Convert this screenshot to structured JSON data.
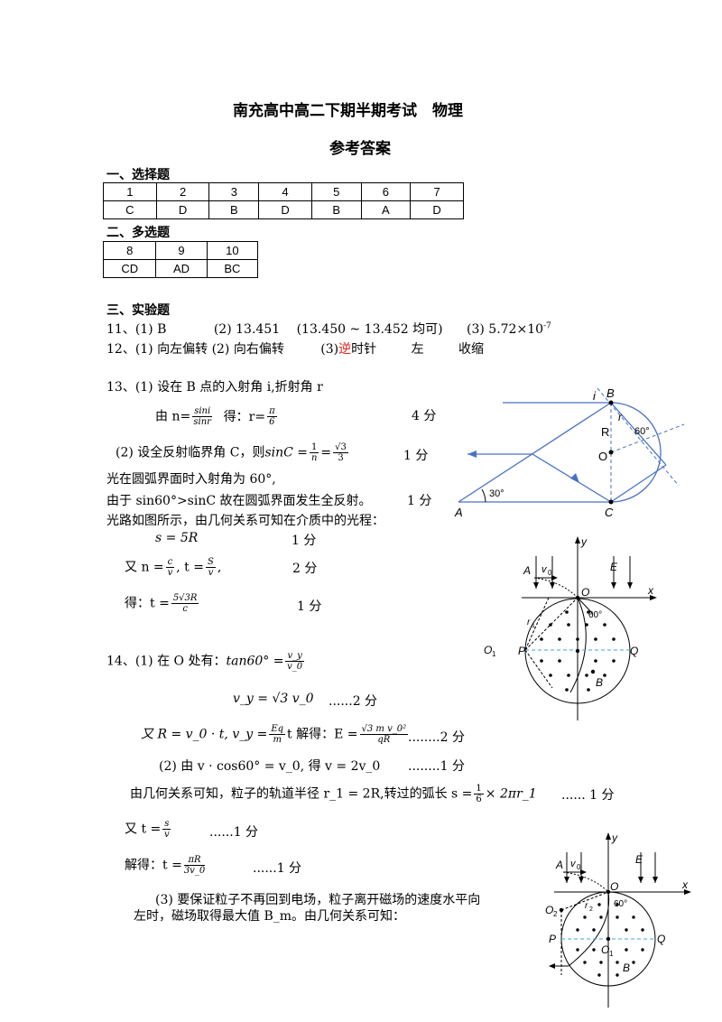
{
  "header": {
    "title": "南充高中高二下期半期考试　物理",
    "subtitle": "参考答案"
  },
  "section1": {
    "heading": "一、选择题",
    "numbers": [
      "1",
      "2",
      "3",
      "4",
      "5",
      "6",
      "7"
    ],
    "answers": [
      "C",
      "D",
      "B",
      "D",
      "B",
      "A",
      "D"
    ]
  },
  "section2": {
    "heading": "二、多选题",
    "numbers": [
      "8",
      "9",
      "10"
    ],
    "answers": [
      "CD",
      "AD",
      "BC"
    ]
  },
  "section3": {
    "heading": "三、实验题",
    "q11": {
      "label": "11、(1) B",
      "p2": "(2) 13.451",
      "range": "(13.450 ~ 13.452 均可)",
      "p3": "(3) 5.72×10",
      "p3_exp": "-7"
    },
    "q12": {
      "label": "12、(1) 向左偏转",
      "p2": "(2) 向右偏转",
      "p3_pre": "(3)",
      "p3_red": "逆",
      "p3_post": "时针",
      "p4": "左",
      "p5": "收缩"
    }
  },
  "q13": {
    "l1": "13、(1) 设在 B 点的入射角 i,折射角 r",
    "l2_pre": "由 n=",
    "l2_num": "sini",
    "l2_den": "sinr",
    "l2_mid": "得：r=",
    "l2_num2": "π",
    "l2_den2": "6",
    "l2_score": "4 分",
    "l3_pre": "(2) 设全反射临界角 C，则",
    "l3_eq": "sinC =",
    "l3_num": "1",
    "l3_den": "n",
    "l3_eq2": "=",
    "l3_num2": "√3",
    "l3_den2": "3",
    "l3_score": "1 分",
    "l4": "光在圆弧界面时入射角为 60°,",
    "l5": "由于 sin60°>sinC  故在圆弧界面发生全反射。",
    "l5_score": "1 分",
    "l6": "光路如图所示，由几何关系可知在介质中的光程：",
    "l7": "s = 5R",
    "l7_score": "1 分",
    "l8_pre": "又  n =",
    "l8_num": "c",
    "l8_den": "v",
    "l8_mid": ",  t =",
    "l8_num2": "S",
    "l8_den2": "v",
    "l8_post": ",",
    "l8_score": "2 分",
    "l9_pre": "得：t =",
    "l9_num": "5√3R",
    "l9_den": "c",
    "l9_score": "1 分"
  },
  "q14": {
    "l1_pre": "14、(1) 在 O 处有：",
    "l1_eq": "tan60° =",
    "l1_num": "v_y",
    "l1_den": "v_0",
    "l2": "v_y = √3 v_0",
    "l2_score": "......2 分",
    "l3_pre": "又  R = v_0 · t, v_y =",
    "l3_num": "Eq",
    "l3_den": "m",
    "l3_mid": "t  解得：E =",
    "l3_num2": "√3 m v_0²",
    "l3_den2": "qR",
    "l3_score": "........2 分",
    "l4": "(2) 由 v · cos60° = v_0, 得 v = 2v_0",
    "l4_score": "........1 分",
    "l5_pre": "由几何关系可知，粒子的轨道半径 r_1 = 2R,转过的弧长 s =",
    "l5_num": "1",
    "l5_den": "6",
    "l5_post": "× 2πr_1",
    "l5_score": "...... 1 分",
    "l6_pre": "又  t =",
    "l6_num": "s",
    "l6_den": "v",
    "l6_score": "......1 分",
    "l7_pre": "解得：t =",
    "l7_num": "πR",
    "l7_den": "3v_0",
    "l7_score": "......1 分",
    "l8": "(3) 要保证粒子不再回到电场，粒子离开磁场的速度水平向",
    "l9": "左时，磁场取得最大值 B_m。由几何关系可知："
  },
  "fig1": {
    "B": "B",
    "i": "i",
    "r": "r",
    "R": "R",
    "O": "O",
    "angle60": "60°",
    "angle30": "30°",
    "A": "A",
    "C": "C"
  },
  "fig2": {
    "y": "y",
    "x": "x",
    "A": "A",
    "v0": "v",
    "v0_sub": "0",
    "E": "E",
    "O": "O",
    "angle60": "60°",
    "r1": "r",
    "r1_sub": "1",
    "O1": "O",
    "O1_sub": "1",
    "P": "P",
    "Q": "Q",
    "B": "B"
  },
  "fig3": {
    "y": "y",
    "x": "x",
    "A": "A",
    "v0": "v",
    "v0_sub": "0",
    "E": "E",
    "O": "O",
    "angle60": "60°",
    "r2": "r",
    "r2_sub": "2",
    "O2": "O",
    "O2_sub": "2",
    "O1": "O",
    "O1_sub": "1",
    "P": "P",
    "Q": "Q",
    "B": "B"
  },
  "colors": {
    "ray": "#4a72c4",
    "dashed_blue": "#3aa7d8",
    "highlight": "#e0261c"
  }
}
